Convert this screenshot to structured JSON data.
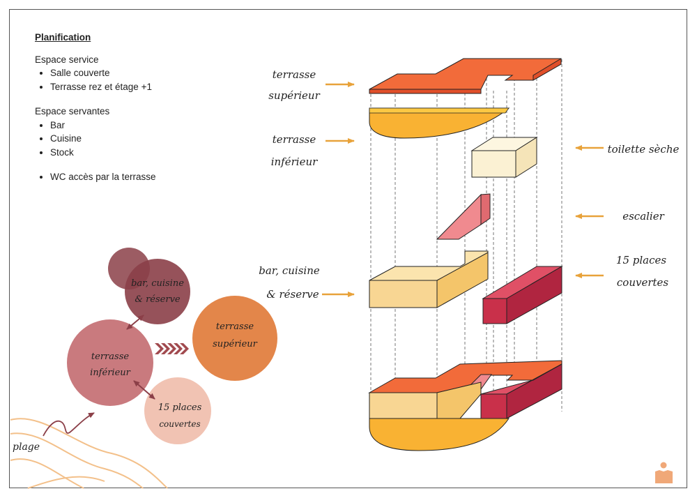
{
  "planning": {
    "title": "Planification",
    "service_heading": "Espace service",
    "service_items": [
      "Salle couverte",
      "Terrasse rez et étage +1"
    ],
    "servant_heading": "Espace servantes",
    "servant_items": [
      "Bar",
      "Cuisine",
      "Stock"
    ],
    "extra_items": [
      "WC accès par la terrasse"
    ]
  },
  "bubble_diagram": {
    "bar_line1": "bar, cuisine",
    "bar_line2": "& réserve",
    "terrasse_inf_line1": "terrasse",
    "terrasse_inf_line2": "inférieur",
    "terrasse_sup_line1": "terrasse",
    "terrasse_sup_line2": "supérieur",
    "places_line1": "15 places",
    "places_line2": "couvertes",
    "plage": "plage"
  },
  "axonometric_labels": {
    "terrasse_sup_line1": "terrasse",
    "terrasse_sup_line2": "supérieur",
    "terrasse_inf_line1": "terrasse",
    "terrasse_inf_line2": "inférieur",
    "toilette": "toilette sèche",
    "escalier": "escalier",
    "places_line1": "15 places",
    "places_line2": "couvertes",
    "bar_line1": "bar, cuisine",
    "bar_line2": "& réserve"
  },
  "colors": {
    "orange_red": "#f26b3a",
    "yellow": "#f9b233",
    "light_yellow": "#f8d693",
    "cream": "#fbf1d3",
    "pink": "#f08a8f",
    "crimson": "#c9304a",
    "bubble_dark": "#8b3f48",
    "bubble_mid": "#c97a7e",
    "bubble_orange": "#e3864a",
    "bubble_light": "#f1c3b3",
    "arrow": "#e8a23a"
  }
}
